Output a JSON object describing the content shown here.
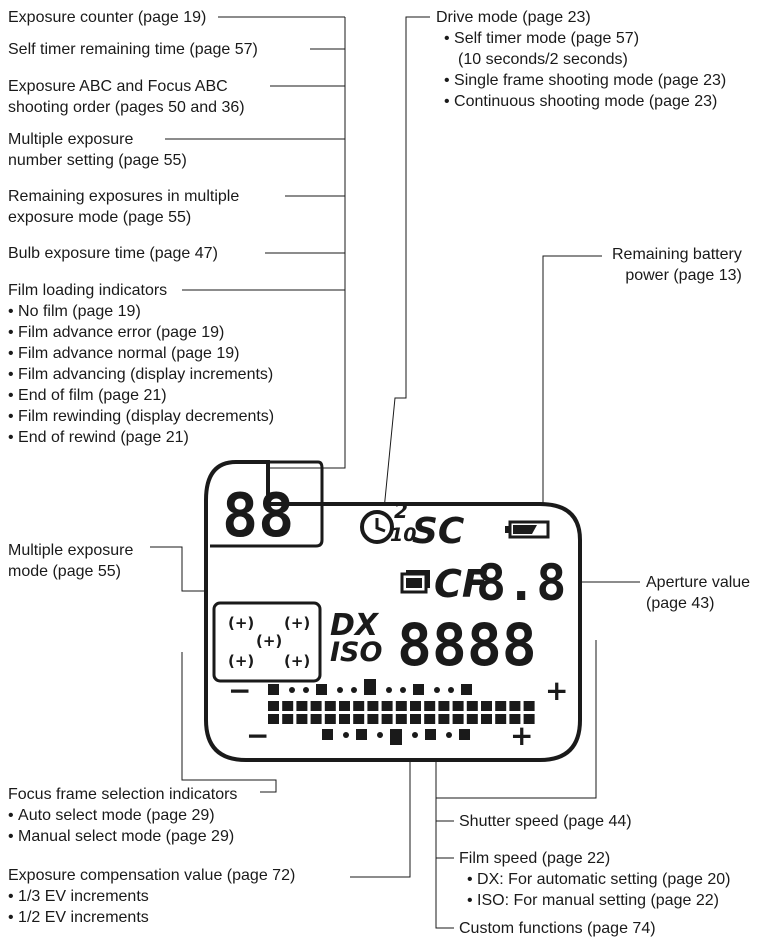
{
  "left_labels": {
    "exposure_counter": "Exposure counter (page 19)",
    "self_timer_remaining": "Self timer remaining time (page 57)",
    "abc_order": [
      "Exposure ABC and Focus ABC",
      "shooting order (pages 50 and 36)"
    ],
    "multi_exp_number": [
      "Multiple exposure",
      "number setting (page 55)"
    ],
    "remaining_multi_exp": [
      "Remaining exposures in multiple",
      "exposure mode (page 55)"
    ],
    "bulb_time": "Bulb exposure time (page 47)",
    "film_loading": {
      "title": "Film loading indicators",
      "items": [
        "No film (page 19)",
        "Film advance error (page 19)",
        "Film advance normal (page 19)",
        "Film advancing (display increments)",
        "End of film (page 21)",
        "Film rewinding (display decrements)",
        "End of rewind (page 21)"
      ]
    },
    "multi_exp_mode": [
      "Multiple exposure",
      "mode (page 55)"
    ],
    "focus_frame": {
      "title": "Focus frame selection indicators",
      "items": [
        "Auto select mode (page 29)",
        "Manual select mode (page 29)"
      ]
    },
    "exp_comp": {
      "title": "Exposure compensation value (page 72)",
      "items": [
        "1/3 EV increments",
        "1/2 EV increments"
      ]
    }
  },
  "right_labels": {
    "drive_mode": {
      "title": "Drive mode (page 23)",
      "items": [
        "Self timer mode (page 57)",
        "Single frame shooting mode (page 23)",
        "Continuous shooting mode (page 23)"
      ],
      "self_timer_note": "(10 seconds/2 seconds)"
    },
    "battery": [
      "Remaining battery",
      "power (page 13)"
    ],
    "aperture": [
      "Aperture value",
      "(page 43)"
    ],
    "shutter_speed": "Shutter speed (page 44)",
    "film_speed": {
      "title": "Film speed (page 22)",
      "items": [
        "DX: For automatic setting (page 20)",
        "ISO: For manual setting (page 22)"
      ]
    },
    "custom_functions": "Custom functions (page 74)"
  },
  "lcd": {
    "counter_digits": "88",
    "timer_small_top": "2",
    "timer_small_bottom": "10",
    "sc_text": "SC",
    "cf_text": "CF",
    "aperture_digits": "8.8",
    "dx_text": "DX",
    "iso_text": "ISO",
    "main_digits": "8888",
    "minus": "−",
    "plus": "+"
  },
  "colors": {
    "ink": "#1a1a1a",
    "background": "#ffffff"
  }
}
